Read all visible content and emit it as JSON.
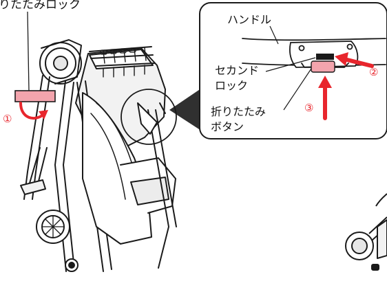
{
  "labels": {
    "fold_lock": "りたたみロック",
    "handle": "ハンドル",
    "second_lock_line1": "セカンド",
    "second_lock_line2": "ロック",
    "fold_button_line1": "折りたたみ",
    "fold_button_line2": "ボタン"
  },
  "step_numbers": {
    "step1": "①",
    "step2": "②",
    "step3": "③"
  },
  "colors": {
    "accent_red": "#e8262d",
    "pink_part": "#f3a4ad",
    "line": "#1a1a1a",
    "shade": "#e6e6e6",
    "callout_border": "#1a1a1a"
  },
  "icons": {
    "arrow": "arrow-icon",
    "curved_arrow": "curved-arrow-icon"
  }
}
